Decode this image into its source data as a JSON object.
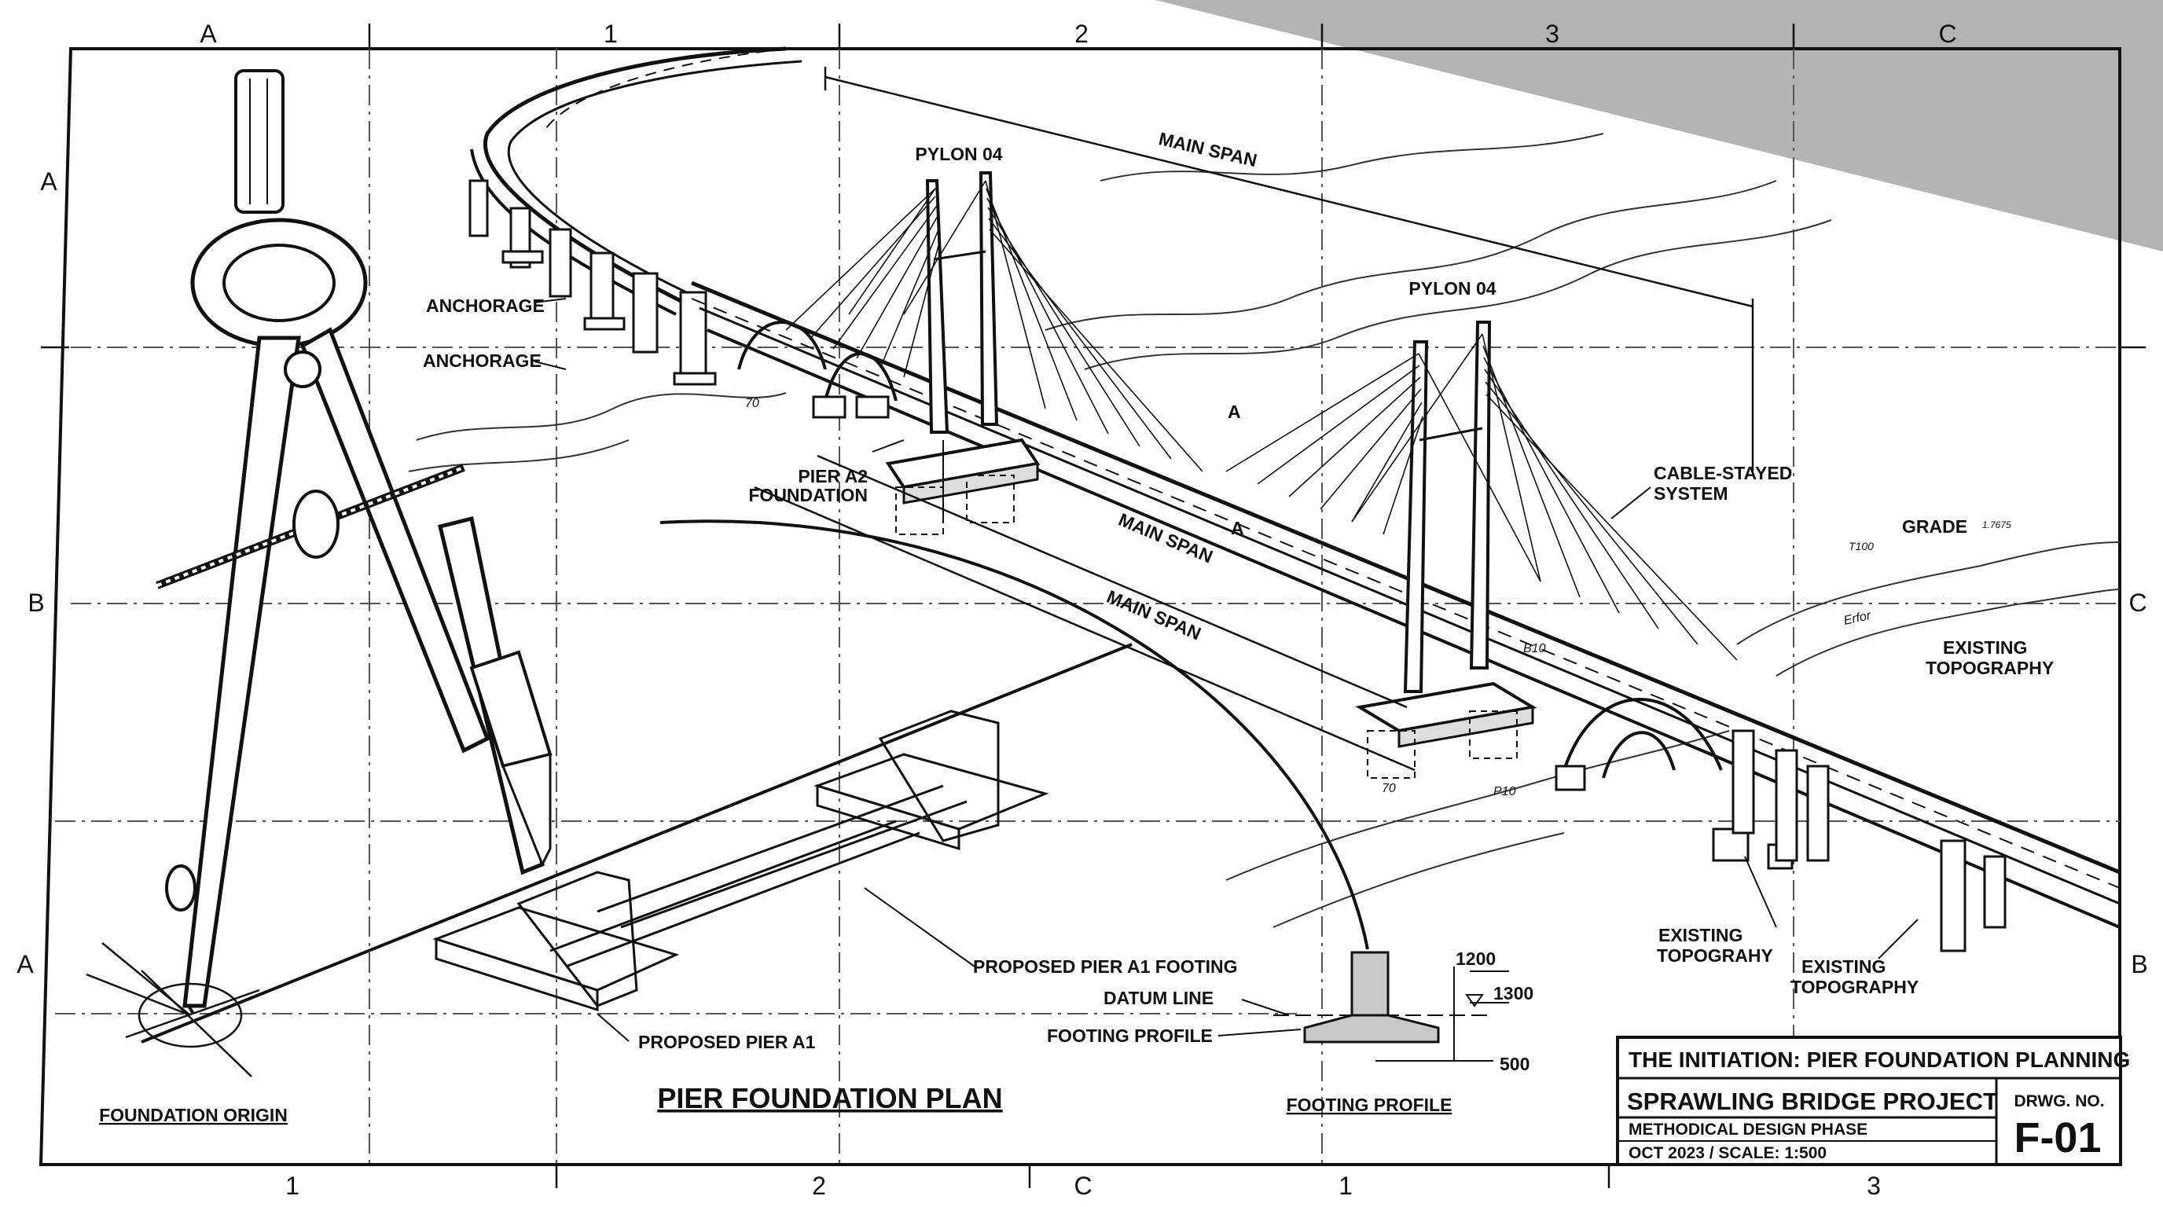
{
  "grid_labels": {
    "top": [
      "A",
      "1",
      "2",
      "3",
      "C"
    ],
    "bottom": [
      "1",
      "2",
      "C",
      "1",
      "3"
    ],
    "left": [
      "A",
      "B",
      "A"
    ],
    "right": [
      "C",
      "B"
    ]
  },
  "labels": {
    "pylon_left": "PYLON 04",
    "pylon_right": "PYLON 04",
    "main_span_top": "MAIN SPAN",
    "main_span_mid": "MAIN SPAN",
    "main_span_low": "MAIN SPAN",
    "anchorage_1": "ANCHORAGE",
    "anchorage_2": "ANCHORAGE",
    "pier_a2_line1": "PIER A2",
    "pier_a2_line2": "FOUNDATION",
    "cable_line1": "CABLE-STAYED",
    "cable_line2": "SYSTEM",
    "grade": "GRADE",
    "existing_topo_1_line1": "EXISTING",
    "existing_topo_1_line2": "TOPOGRAPHY",
    "existing_topo_2_line1": "EXISTING",
    "existing_topo_2_line2": "TOPOGRAHY",
    "existing_topo_3_line1": "EXISTING",
    "existing_topo_3_line2": "TOPOGRAPHY",
    "proposed_footing": "PROPOSED PIER A1 FOOTING",
    "proposed_pier": "PROPOSED PIER A1",
    "datum_line": "DATUM LINE",
    "footing_profile_label": "FOOTING PROFILE",
    "foundation_origin": "FOUNDATION ORIGIN",
    "pier_foundation_plan": "PIER FOUNDATION PLAN",
    "footing_profile_title": "FOOTING PROFILE",
    "dim_1200": "1200",
    "dim_1300": "1300",
    "dim_500": "500",
    "mark_a_upper": "A",
    "mark_a_lower": "A",
    "sketch_t100": "T100",
    "sketch_erfor": "Erfor",
    "sketch_70_a": "70",
    "sketch_70_b": "70",
    "sketch_p10": "P10",
    "sketch_b10": "B10",
    "sketch_grade_tag": "1.7675"
  },
  "title_block": {
    "title": "THE INITIATION: PIER FOUNDATION PLANNING",
    "project": "SPRAWLING BRIDGE PROJECT",
    "phase": "METHODICAL DESIGN PHASE",
    "date_scale": "OCT 2023 / SCALE: 1:500",
    "drawing_no_label": "DRWG. NO.",
    "drawing_no": "F-01"
  }
}
